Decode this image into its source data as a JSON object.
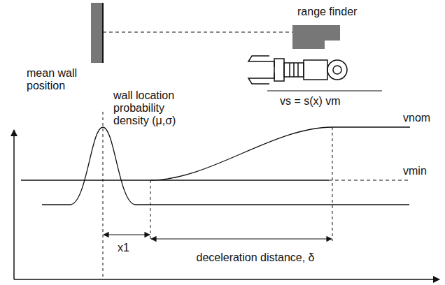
{
  "diagram": {
    "labels": [
      "range finder",
      "vs = s(x) vm",
      "mean wall position",
      "wall location probability density (μ,σ)",
      "vnom",
      "vmin",
      "x1",
      "deceleration distance, δ"
    ]
  }
}
